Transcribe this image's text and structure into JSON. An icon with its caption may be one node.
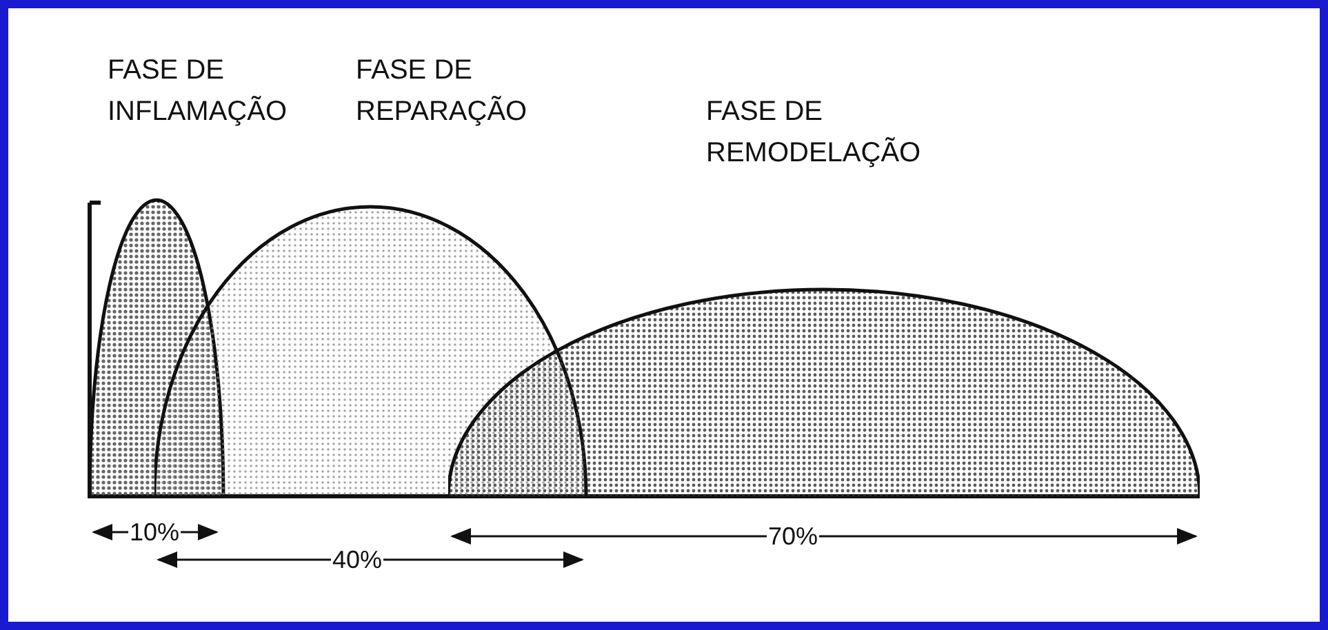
{
  "diagram": {
    "nodes": [
      {
        "text": [
          "FASE DE INFLAMAÇÃO"
        ]
      },
      {
        "text": [
          "FASE DE REPARAÇÃO"
        ]
      },
      {
        "text": [
          "FASE DE REMODELAÇÃO"
        ]
      }
    ],
    "labels": [
      "10%",
      "40%",
      "70%"
    ]
  }
}
